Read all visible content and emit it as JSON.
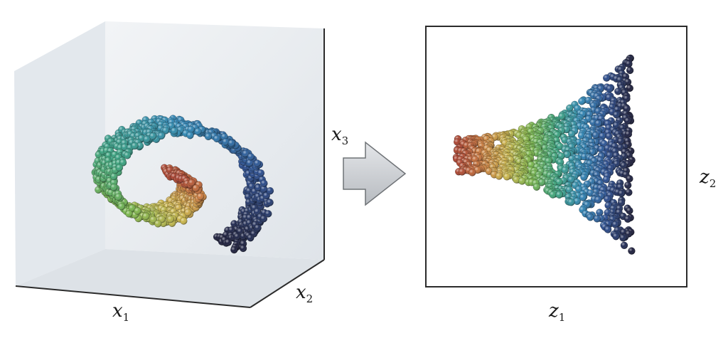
{
  "labels": {
    "x1": {
      "var": "x",
      "sub": "1"
    },
    "x2": {
      "var": "x",
      "sub": "2"
    },
    "x3": {
      "var": "x",
      "sub": "3"
    },
    "z1": {
      "var": "z",
      "sub": "1"
    },
    "z2": {
      "var": "z",
      "sub": "2"
    }
  },
  "colors": {
    "box_background": "#e9edf1",
    "box_edge": "#2b2b2b",
    "arrow_fill": "#c9ccd0",
    "arrow_stroke": "#6f7377",
    "colormap": [
      "#1c1d3a",
      "#2a4d8f",
      "#2f86b4",
      "#3aa27d",
      "#79b54b",
      "#c9b44a",
      "#c97a3e",
      "#a8402f"
    ]
  }
}
